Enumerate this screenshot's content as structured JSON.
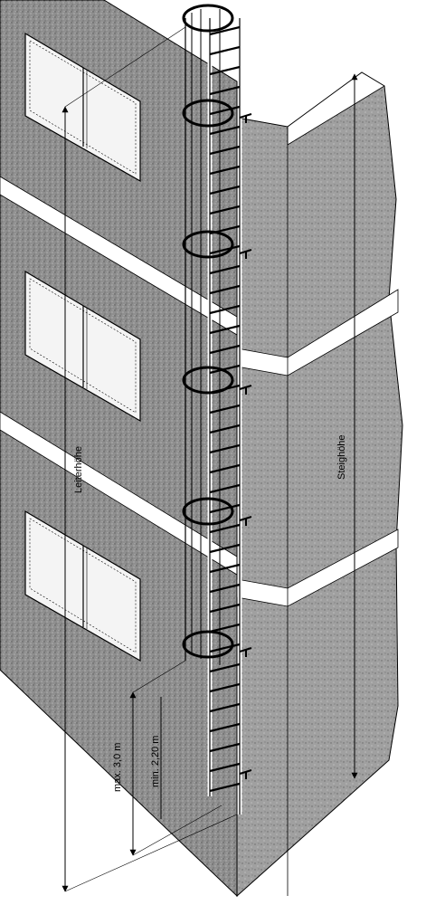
{
  "labels": {
    "leiterhoehe": "Leiterhöhe",
    "steighoehe": "Steighöhe",
    "max_dim": "max. 3,0 m",
    "min_dim": "min. 2,20 m"
  },
  "colors": {
    "wall_front": "#8c8c8c",
    "wall_side": "#9e9e9e",
    "ledge": "#ffffff",
    "window_glass": "#f4f4f4",
    "line": "#000000"
  },
  "icons": {
    "dimension_arrow": "arrow-head"
  }
}
